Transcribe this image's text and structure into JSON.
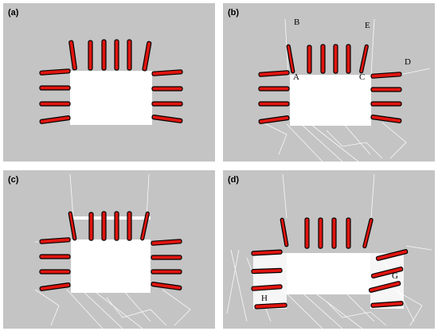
{
  "panels": [
    {
      "label": "(a)"
    },
    {
      "label": "(b)",
      "annotations": [
        "A",
        "B",
        "C",
        "D",
        "E"
      ]
    },
    {
      "label": "(c)"
    },
    {
      "label": "(d)",
      "annotations": [
        "G",
        "H"
      ]
    }
  ],
  "colors": {
    "background": "#c4c4c4",
    "free_space": "#ffffff",
    "marker": "#e0150f",
    "marker_edge": "#000000"
  }
}
